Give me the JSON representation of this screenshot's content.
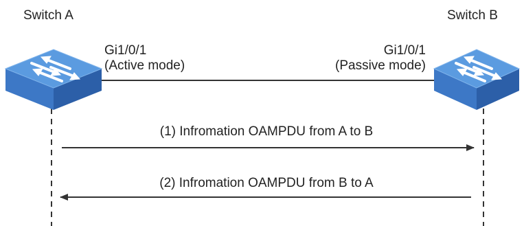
{
  "devices": {
    "a": {
      "name": "Switch A",
      "port": "Gi1/0/1",
      "mode": "(Active mode)"
    },
    "b": {
      "name": "Switch B",
      "port": "Gi1/0/1",
      "mode": "(Passive mode)"
    }
  },
  "messages": [
    {
      "label": "(1) Infromation OAMPDU from A to B",
      "direction": "A-to-B"
    },
    {
      "label": "(2) Infromation OAMPDU from B to A",
      "direction": "B-to-A"
    }
  ],
  "colors": {
    "switch_top": "#5b9be0",
    "switch_side": "#3d78c6",
    "switch_front": "#2c5fa8",
    "line": "#333333"
  },
  "icons": {
    "switch": "network-switch-icon"
  }
}
